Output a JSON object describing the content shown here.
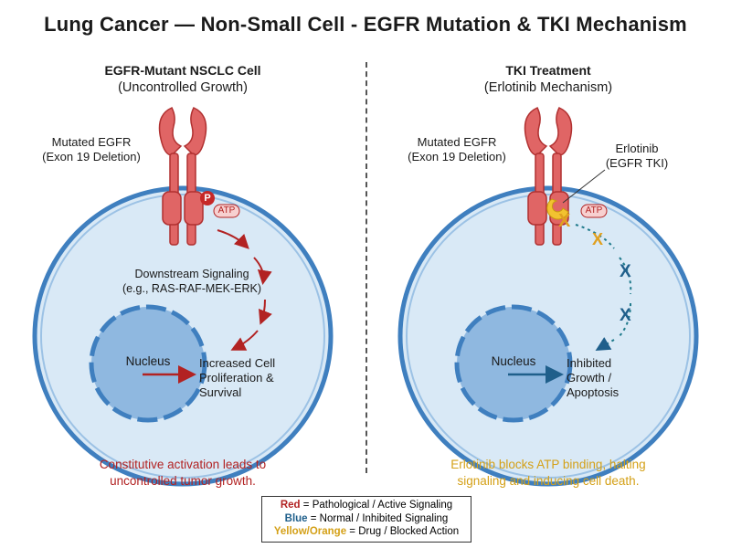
{
  "title": "Lung Cancer — Non-Small Cell - EGFR Mutation & TKI Mechanism",
  "left": {
    "heading": "EGFR-Mutant NSCLC Cell",
    "subheading": "(Uncontrolled Growth)",
    "receptor_label_1": "Mutated EGFR",
    "receptor_label_2": "(Exon 19 Deletion)",
    "phospho": "P",
    "atp": "ATP",
    "signal_1": "Downstream Signaling",
    "signal_2": "(e.g., RAS-RAF-MEK-ERK)",
    "nucleus": "Nucleus",
    "outcome_1": "Increased Cell",
    "outcome_2": "Proliferation &",
    "outcome_3": "Survival",
    "caption_1": "Constitutive activation leads to",
    "caption_2": "uncontrolled tumor growth."
  },
  "right": {
    "heading": "TKI Treatment",
    "subheading": "(Erlotinib Mechanism)",
    "receptor_label_1": "Mutated EGFR",
    "receptor_label_2": "(Exon 19 Deletion)",
    "drug_label_1": "Erlotinib",
    "drug_label_2": "(EGFR TKI)",
    "atp": "ATP",
    "block_mark": "X",
    "nucleus": "Nucleus",
    "outcome_1": "Inhibited",
    "outcome_2": "Growth /",
    "outcome_3": "Apoptosis",
    "caption_1": "Erlotinib blocks ATP binding, halting",
    "caption_2": "signaling and inducing cell death."
  },
  "legend": {
    "red_key": "Red",
    "red_text": " = Pathological / Active Signaling",
    "blue_key": "Blue",
    "blue_text": " = Normal / Inhibited Signaling",
    "yellow_key": "Yellow/Orange",
    "yellow_text": " = Drug / Blocked Action"
  },
  "colors": {
    "pathological": "#b22222",
    "normal": "#1f5f8b",
    "drug": "#d4a017",
    "receptor": "#e06060",
    "cell_fill": "#d9e9f6",
    "cell_stroke": "#5b93c8",
    "nucleus_fill": "#8fb8e0"
  }
}
